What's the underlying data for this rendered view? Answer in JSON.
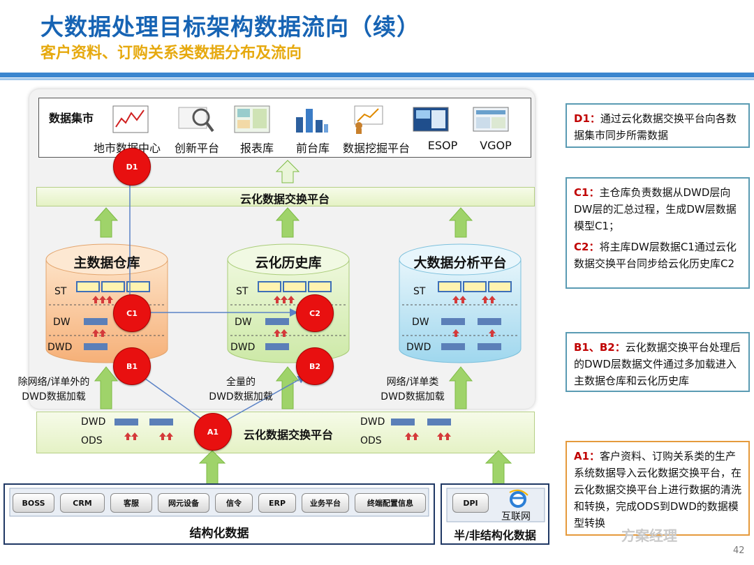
{
  "header": {
    "title": "大数据处理目标架构数据流向（续）",
    "subtitle": "客户资料、订购关系类数据分布及流向"
  },
  "data_mart": {
    "label": "数据集市",
    "items": [
      "地市数据中心",
      "创新平台",
      "报表库",
      "前台库",
      "数据挖掘平台",
      "ESOP",
      "VGOP"
    ]
  },
  "exchange_top": "云化数据交换平台",
  "exchange_bottom": "云化数据交换平台",
  "warehouses": [
    {
      "name": "主数据仓库"
    },
    {
      "name": "云化历史库"
    },
    {
      "name": "大数据分析平台"
    }
  ],
  "layers": {
    "st": "ST",
    "dw": "DW",
    "dwd": "DWD",
    "ods": "ODS"
  },
  "nodes": {
    "d1": "D1",
    "c1": "C1",
    "c2": "C2",
    "b1": "B1",
    "b2": "B2",
    "a1": "A1"
  },
  "load_captions": {
    "left": [
      "除网络/详单外的",
      "DWD数据加载"
    ],
    "middle": [
      "全量的",
      "DWD数据加载"
    ],
    "right": [
      "网络/详单类",
      "DWD数据加载"
    ]
  },
  "structured": {
    "label": "结构化数据",
    "sources": [
      "BOSS",
      "CRM",
      "客服",
      "网元设备",
      "信令",
      "ERP",
      "业务平台",
      "终端配置信息"
    ]
  },
  "semi_structured": {
    "label": "半/非结构化数据",
    "dpi": "DPI",
    "internet": "互联网"
  },
  "notes": {
    "d1": {
      "key": "D1：",
      "text": "通过云化数据交换平台向各数据集市同步所需数据"
    },
    "c1": {
      "key": "C1：",
      "text": "主仓库负责数据从DWD层向DW层的汇总过程，生成DW层数据模型C1；"
    },
    "c2": {
      "key": "C2：",
      "text": "将主库DW层数据C1通过云化数据交换平台同步给云化历史库C2"
    },
    "b": {
      "key": "B1、B2：",
      "text": "云化数据交换平台处理后的DWD层数据文件通过多加载进入主数据仓库和云化历史库"
    },
    "a1": {
      "key": "A1：",
      "text": "客户资料、订购关系类的生产系统数据导入云化数据交换平台，在云化数据交换平台上进行数据的清洗和转换，完成ODS到DWD的数据模型转换"
    }
  },
  "watermark": "方案经理",
  "page_number": "42",
  "colors": {
    "title": "#1764b4",
    "subtitle": "#e6a90e",
    "node_red": "#e81010",
    "arrow_green": "#8fcf4f",
    "note_key": "#c00000"
  }
}
